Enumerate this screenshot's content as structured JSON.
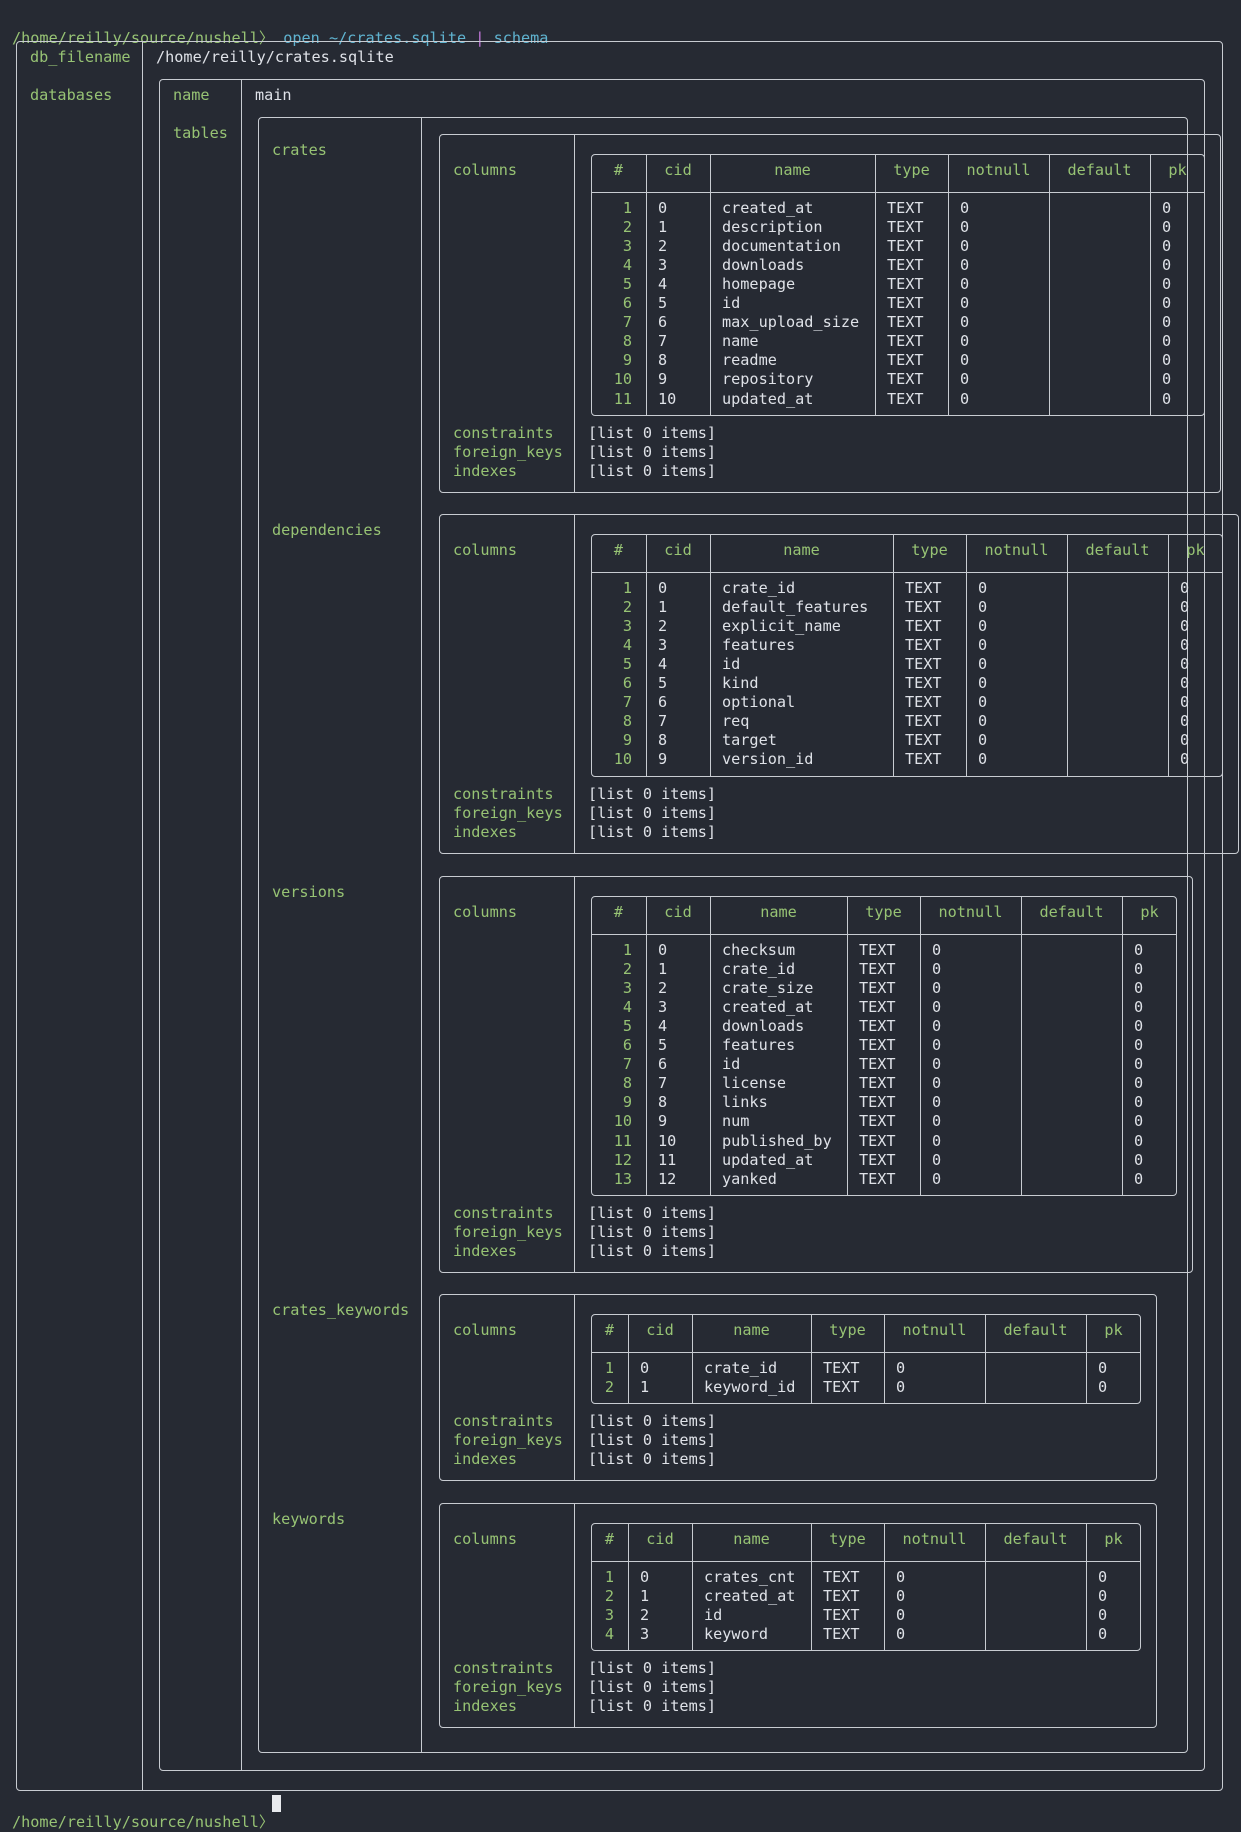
{
  "prompt": {
    "path": "/home/reilly/source/nushell",
    "marker": "〉",
    "command": "open ~/crates.sqlite",
    "pipe": "|",
    "subcommand": "schema"
  },
  "root": {
    "db_filename_label": "db_filename",
    "db_filename": "/home/reilly/crates.sqlite",
    "databases_label": "databases"
  },
  "database": {
    "name_label": "name",
    "name": "main",
    "tables_label": "tables"
  },
  "headers": [
    "#",
    "cid",
    "name",
    "type",
    "notnull",
    "default",
    "pk"
  ],
  "labels": {
    "columns": "columns",
    "constraints": "constraints",
    "foreign_keys": "foreign_keys",
    "indexes": "indexes",
    "empty_list": "[list 0 items]"
  },
  "tables": [
    {
      "name": "crates",
      "rows": [
        [
          "1",
          "0",
          "created_at",
          "TEXT",
          "0",
          "",
          "0"
        ],
        [
          "2",
          "1",
          "description",
          "TEXT",
          "0",
          "",
          "0"
        ],
        [
          "3",
          "2",
          "documentation",
          "TEXT",
          "0",
          "",
          "0"
        ],
        [
          "4",
          "3",
          "downloads",
          "TEXT",
          "0",
          "",
          "0"
        ],
        [
          "5",
          "4",
          "homepage",
          "TEXT",
          "0",
          "",
          "0"
        ],
        [
          "6",
          "5",
          "id",
          "TEXT",
          "0",
          "",
          "0"
        ],
        [
          "7",
          "6",
          "max_upload_size",
          "TEXT",
          "0",
          "",
          "0"
        ],
        [
          "8",
          "7",
          "name",
          "TEXT",
          "0",
          "",
          "0"
        ],
        [
          "9",
          "8",
          "readme",
          "TEXT",
          "0",
          "",
          "0"
        ],
        [
          "10",
          "9",
          "repository",
          "TEXT",
          "0",
          "",
          "0"
        ],
        [
          "11",
          "10",
          "updated_at",
          "TEXT",
          "0",
          "",
          "0"
        ]
      ]
    },
    {
      "name": "dependencies",
      "rows": [
        [
          "1",
          "0",
          "crate_id",
          "TEXT",
          "0",
          "",
          "0"
        ],
        [
          "2",
          "1",
          "default_features",
          "TEXT",
          "0",
          "",
          "0"
        ],
        [
          "3",
          "2",
          "explicit_name",
          "TEXT",
          "0",
          "",
          "0"
        ],
        [
          "4",
          "3",
          "features",
          "TEXT",
          "0",
          "",
          "0"
        ],
        [
          "5",
          "4",
          "id",
          "TEXT",
          "0",
          "",
          "0"
        ],
        [
          "6",
          "5",
          "kind",
          "TEXT",
          "0",
          "",
          "0"
        ],
        [
          "7",
          "6",
          "optional",
          "TEXT",
          "0",
          "",
          "0"
        ],
        [
          "8",
          "7",
          "req",
          "TEXT",
          "0",
          "",
          "0"
        ],
        [
          "9",
          "8",
          "target",
          "TEXT",
          "0",
          "",
          "0"
        ],
        [
          "10",
          "9",
          "version_id",
          "TEXT",
          "0",
          "",
          "0"
        ]
      ]
    },
    {
      "name": "versions",
      "rows": [
        [
          "1",
          "0",
          "checksum",
          "TEXT",
          "0",
          "",
          "0"
        ],
        [
          "2",
          "1",
          "crate_id",
          "TEXT",
          "0",
          "",
          "0"
        ],
        [
          "3",
          "2",
          "crate_size",
          "TEXT",
          "0",
          "",
          "0"
        ],
        [
          "4",
          "3",
          "created_at",
          "TEXT",
          "0",
          "",
          "0"
        ],
        [
          "5",
          "4",
          "downloads",
          "TEXT",
          "0",
          "",
          "0"
        ],
        [
          "6",
          "5",
          "features",
          "TEXT",
          "0",
          "",
          "0"
        ],
        [
          "7",
          "6",
          "id",
          "TEXT",
          "0",
          "",
          "0"
        ],
        [
          "8",
          "7",
          "license",
          "TEXT",
          "0",
          "",
          "0"
        ],
        [
          "9",
          "8",
          "links",
          "TEXT",
          "0",
          "",
          "0"
        ],
        [
          "10",
          "9",
          "num",
          "TEXT",
          "0",
          "",
          "0"
        ],
        [
          "11",
          "10",
          "published_by",
          "TEXT",
          "0",
          "",
          "0"
        ],
        [
          "12",
          "11",
          "updated_at",
          "TEXT",
          "0",
          "",
          "0"
        ],
        [
          "13",
          "12",
          "yanked",
          "TEXT",
          "0",
          "",
          "0"
        ]
      ]
    },
    {
      "name": "crates_keywords",
      "rows": [
        [
          "1",
          "0",
          "crate_id",
          "TEXT",
          "0",
          "",
          "0"
        ],
        [
          "2",
          "1",
          "keyword_id",
          "TEXT",
          "0",
          "",
          "0"
        ]
      ]
    },
    {
      "name": "keywords",
      "rows": [
        [
          "1",
          "0",
          "crates_cnt",
          "TEXT",
          "0",
          "",
          "0"
        ],
        [
          "2",
          "1",
          "created_at",
          "TEXT",
          "0",
          "",
          "0"
        ],
        [
          "3",
          "2",
          "id",
          "TEXT",
          "0",
          "",
          "0"
        ],
        [
          "4",
          "3",
          "keyword",
          "TEXT",
          "0",
          "",
          "0"
        ]
      ]
    }
  ],
  "final_prompt": {
    "path": "/home/reilly/source/nushell",
    "marker": "〉"
  },
  "colors": {
    "background": "#262a33",
    "text": "#dfe2e8",
    "key_green": "#97c374",
    "command_cyan": "#5fb3d0",
    "border": "#c8ccd2"
  }
}
